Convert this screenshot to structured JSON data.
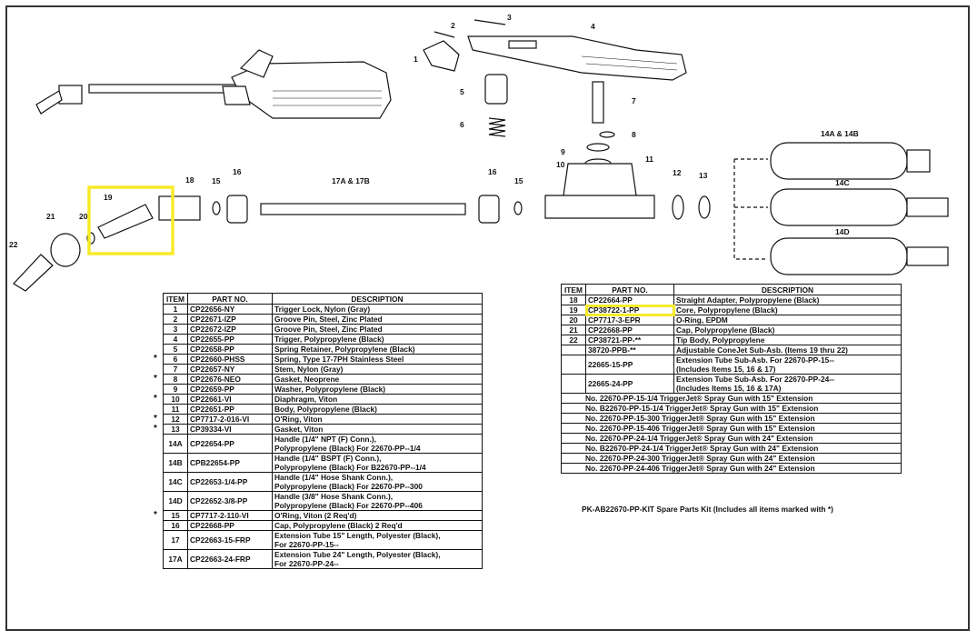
{
  "diagram": {
    "callouts": [
      "1",
      "2",
      "3",
      "4",
      "5",
      "6",
      "7",
      "8",
      "9",
      "10",
      "11",
      "12",
      "13",
      "14A & 14B",
      "14C",
      "14D",
      "15",
      "16",
      "17A & 17B",
      "16",
      "15",
      "18",
      "19",
      "20",
      "21",
      "22"
    ],
    "highlight_color": "#f7ea2a"
  },
  "left_table": {
    "headers": [
      "ITEM",
      "PART NO.",
      "DESCRIPTION"
    ],
    "rows": [
      {
        "mark": "",
        "item": "1",
        "part": "CP22656-NY",
        "desc": "Trigger Lock, Nylon (Gray)"
      },
      {
        "mark": "",
        "item": "2",
        "part": "CP22671-IZP",
        "desc": "Groove Pin, Steel, Zinc Plated"
      },
      {
        "mark": "",
        "item": "3",
        "part": "CP22672-IZP",
        "desc": "Groove Pin, Steel, Zinc Plated"
      },
      {
        "mark": "",
        "item": "4",
        "part": "CP22655-PP",
        "desc": "Trigger, Polypropylene (Black)"
      },
      {
        "mark": "",
        "item": "5",
        "part": "CP22658-PP",
        "desc": "Spring Retainer, Polypropylene (Black)"
      },
      {
        "mark": "*",
        "item": "6",
        "part": "CP22660-PHSS",
        "desc": "Spring, Type 17-7PH Stainless Steel"
      },
      {
        "mark": "",
        "item": "7",
        "part": "CP22657-NY",
        "desc": "Stem, Nylon (Gray)"
      },
      {
        "mark": "*",
        "item": "8",
        "part": "CP22676-NEO",
        "desc": "Gasket, Neoprene"
      },
      {
        "mark": "",
        "item": "9",
        "part": "CP22659-PP",
        "desc": "Washer, Polypropylene (Black)"
      },
      {
        "mark": "*",
        "item": "10",
        "part": "CP22661-VI",
        "desc": "Diaphragm, Viton"
      },
      {
        "mark": "",
        "item": "11",
        "part": "CP22651-PP",
        "desc": "Body, Polypropylene (Black)"
      },
      {
        "mark": "*",
        "item": "12",
        "part": "CP7717-2-016-VI",
        "desc": "O'Ring, Viton"
      },
      {
        "mark": "*",
        "item": "13",
        "part": "CP39334-VI",
        "desc": "Gasket, Viton"
      },
      {
        "mark": "",
        "item": "14A",
        "part": "CP22654-PP",
        "desc": "Handle (1/4\" NPT (F) Conn.),",
        "desc2": "Polypropylene (Black) For 22670-PP--1/4"
      },
      {
        "mark": "",
        "item": "14B",
        "part": "CPB22654-PP",
        "desc": "Handle (1/4\" BSPT (F) Conn.),",
        "desc2": "Polypropylene (Black) For B22670-PP--1/4"
      },
      {
        "mark": "",
        "item": "14C",
        "part": "CP22653-1/4-PP",
        "desc": "Handle (1/4\" Hose Shank Conn.),",
        "desc2": "Polypropylene (Black) For 22670-PP--300"
      },
      {
        "mark": "",
        "item": "14D",
        "part": "CP22652-3/8-PP",
        "desc": "Handle (3/8\" Hose Shank Conn.),",
        "desc2": "Polypropylene (Black) For 22670-PP--406"
      },
      {
        "mark": "*",
        "item": "15",
        "part": "CP7717-2-110-VI",
        "desc": "O'Ring, Viton (2 Req'd)"
      },
      {
        "mark": "",
        "item": "16",
        "part": "CP22668-PP",
        "desc": "Cap, Polypropylene (Black) 2 Req'd"
      },
      {
        "mark": "",
        "item": "17",
        "part": "CP22663-15-FRP",
        "desc": "Extension Tube 15\" Length, Polyester (Black),",
        "desc2": "For 22670-PP-15--"
      },
      {
        "mark": "",
        "item": "17A",
        "part": "CP22663-24-FRP",
        "desc": "Extension Tube 24\" Length, Polyester (Black),",
        "desc2": "For 22670-PP-24--"
      }
    ]
  },
  "right_table": {
    "headers": [
      "ITEM",
      "PART NO.",
      "DESCRIPTION"
    ],
    "rows": [
      {
        "item": "18",
        "part": "CP22664-PP",
        "desc": "Straight Adapter, Polypropylene (Black)"
      },
      {
        "item": "19",
        "part": "CP38722-1-PP",
        "desc": "Core, Polypropylene (Black)",
        "highlight": true
      },
      {
        "item": "20",
        "part": "CP7717-3-EPR",
        "desc": "O-Ring, EPDM"
      },
      {
        "item": "21",
        "part": "CP22668-PP",
        "desc": "Cap, Polypropylene (Black)"
      },
      {
        "item": "22",
        "part": "CP38721-PP-**",
        "desc": "Tip Body, Polypropylene"
      },
      {
        "item": "",
        "part": "38720-PPB-**",
        "desc": "Adjustable ConeJet Sub-Asb. (Items 19 thru 22)"
      },
      {
        "item": "",
        "part": "22665-15-PP",
        "desc": "Extension Tube Sub-Asb. For 22670-PP-15--",
        "desc2": "(Includes Items 15, 16 & 17)"
      },
      {
        "item": "",
        "part": "22665-24-PP",
        "desc": "Extension Tube Sub-Asb. For 22670-PP-24--",
        "desc2": "(Includes Items 15, 16 & 17A)"
      }
    ],
    "models": [
      "No. 22670-PP-15-1/4 TriggerJet® Spray Gun with 15\" Extension",
      "No. B22670-PP-15-1/4 TriggerJet® Spray Gun with 15\" Extension",
      "No. 22670-PP-15-300 TriggerJet® Spray Gun with 15\" Extension",
      "No. 22670-PP-15-406 TriggerJet® Spray Gun with 15\" Extension",
      "No. 22670-PP-24-1/4 TriggerJet® Spray Gun with 24\" Extension",
      "No. B22670-PP-24-1/4 TriggerJet® Spray Gun with 24\" Extension",
      "No. 22670-PP-24-300 TriggerJet® Spray Gun with 24\" Extension",
      "No. 22670-PP-24-406 TriggerJet® Spray Gun with 24\" Extension"
    ],
    "kit_note": "PK-AB22670-PP-KIT Spare Parts Kit (Includes all items marked with *)"
  }
}
